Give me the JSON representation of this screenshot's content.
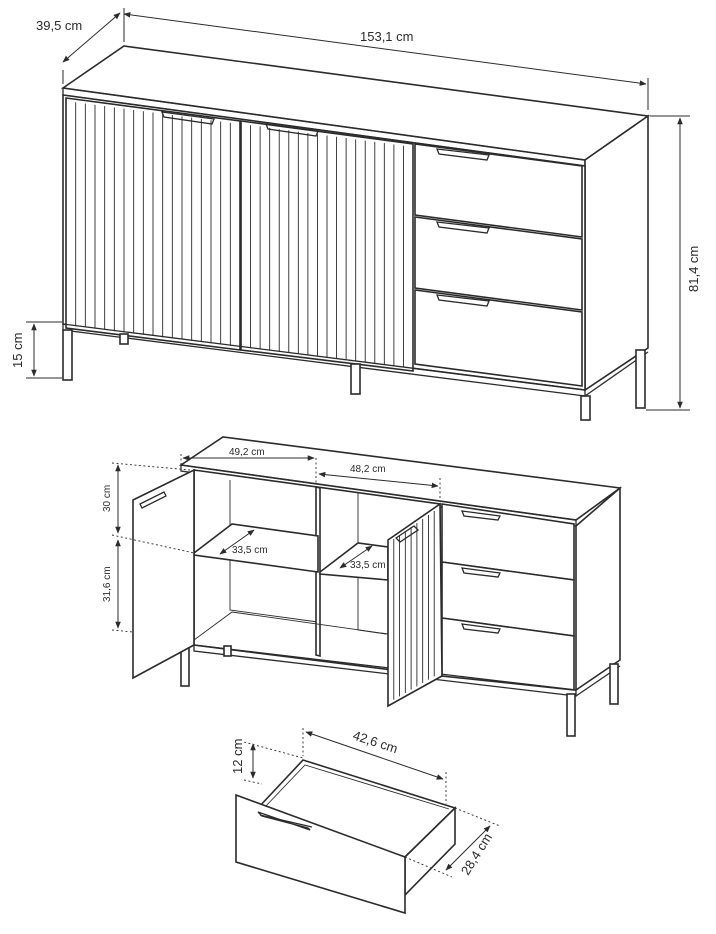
{
  "diagram": {
    "view1": {
      "depth_label": "39,5 cm",
      "width_label": "153,1 cm",
      "height_label": "81,4 cm",
      "leg_label": "15 cm"
    },
    "view2": {
      "left_width_label": "49,2 cm",
      "right_width_label": "48,2 cm",
      "upper_height_label": "30 cm",
      "lower_height_label": "31,6 cm",
      "left_depth_label": "33,5 cm",
      "right_depth_label": "33,5 cm"
    },
    "view3": {
      "drawer_width_label": "42,6 cm",
      "drawer_height_label": "12 cm",
      "drawer_depth_label": "28,4 cm"
    }
  }
}
